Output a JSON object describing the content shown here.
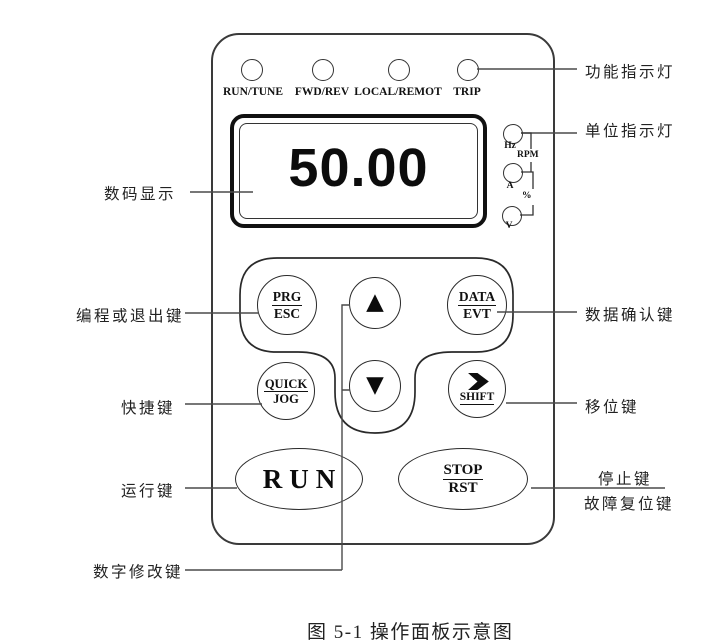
{
  "indicators": {
    "items": [
      {
        "label": "RUN/TUNE"
      },
      {
        "label": "FWD/REV"
      },
      {
        "label": "LOCAL/REMOT"
      },
      {
        "label": "TRIP"
      }
    ]
  },
  "display": {
    "value": "50.00"
  },
  "units": {
    "hz": "Hz",
    "rpm": "RPM",
    "amp": "A",
    "percent": "%",
    "volt": "V"
  },
  "keys": {
    "prg": "PRG",
    "esc": "ESC",
    "up_glyph": "▲",
    "down_glyph": "▼",
    "data": "DATA",
    "evt": "EVT",
    "quick": "QUICK",
    "jog": "JOG",
    "shift": "SHIFT",
    "run": "RUN",
    "stop": "STOP",
    "rst": "RST"
  },
  "annotations": {
    "digital_display": "数码显示",
    "program_exit_key": "编程或退出键",
    "quick_key": "快捷键",
    "run_key": "运行键",
    "digit_modify_key": "数字修改键",
    "function_lights": "功能指示灯",
    "unit_lights": "单位指示灯",
    "data_confirm_key": "数据确认键",
    "shift_key": "移位键",
    "stop_key": "停止键",
    "fault_reset_key": "故障复位键"
  },
  "caption": "图 5-1  操作面板示意图",
  "colors": {
    "ink": "#1a1a1a",
    "leader_line": "#4a4a4a",
    "panel_stroke": "#3a3a3a"
  }
}
